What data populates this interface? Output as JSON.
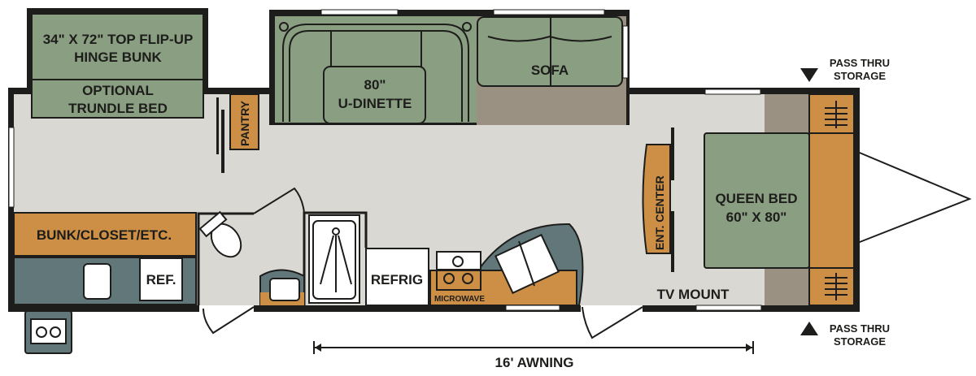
{
  "colors": {
    "wall": "#1d1d1b",
    "floor": "#dad8d3",
    "furniture_green": "#8a9e82",
    "cabinet_orange": "#cc8f45",
    "counter_slate": "#627779",
    "carpet_taupe": "#9a9183"
  },
  "rooms": {
    "bunk": [
      "34\" X 72\" TOP FLIP-UP",
      "HINGE BUNK"
    ],
    "trundle": [
      "OPTIONAL",
      "TRUNDLE BED"
    ],
    "pantry": "PANTRY",
    "dinette": [
      "80\"",
      "U-DINETTE"
    ],
    "sofa": "SOFA",
    "bunk_closet": "BUNK/CLOSET/ETC.",
    "ref": "REF.",
    "refrig": "REFRIG",
    "microwave": "MICROWAVE",
    "ent_center": "ENT. CENTER",
    "tv_mount": "TV MOUNT",
    "queen_bed": [
      "QUEEN BED",
      "60\" X 80\""
    ]
  },
  "storage": {
    "top": [
      "PASS THRU",
      "STORAGE"
    ],
    "bottom": [
      "PASS THRU",
      "STORAGE"
    ]
  },
  "awning": "16' AWNING"
}
